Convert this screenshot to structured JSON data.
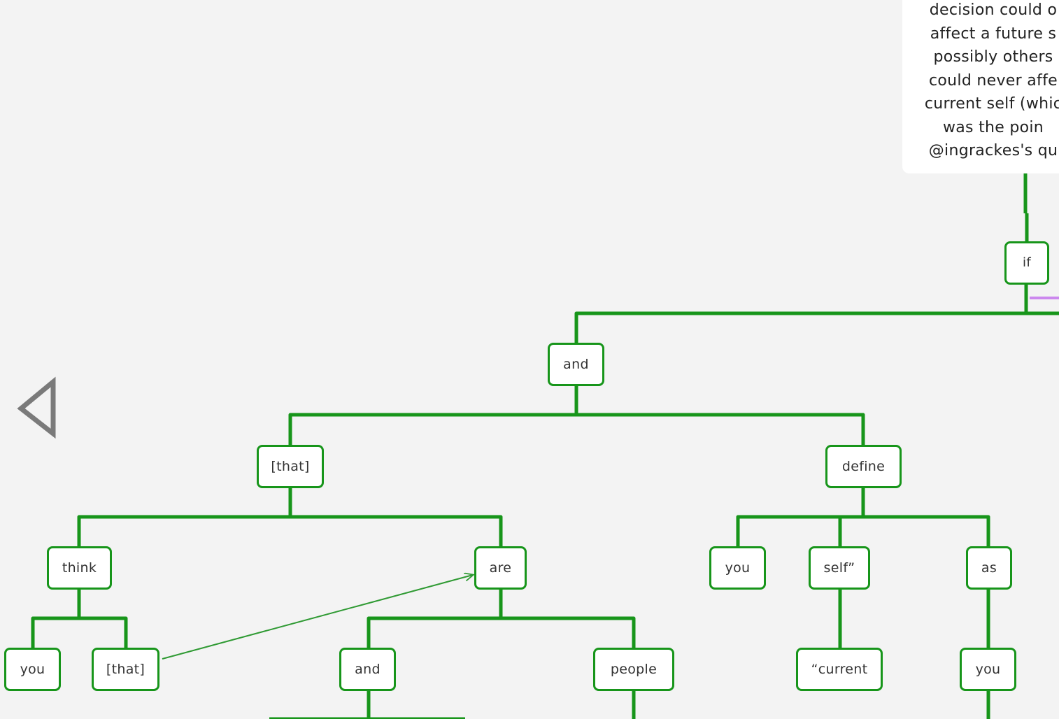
{
  "note": {
    "lines": [
      "decision could o",
      "affect a future s",
      "possibly others",
      "could never affe",
      "current self (whic",
      "was the poin",
      "@ingrackes's qu"
    ]
  },
  "nodes": {
    "if": "if",
    "and_top": "and",
    "that_left": "[that]",
    "define": "define",
    "think": "think",
    "are": "are",
    "you_define": "you",
    "self": "self”",
    "as": "as",
    "you_think": "you",
    "that_think": "[that]",
    "and_are": "and",
    "people": "people",
    "current": "“current",
    "you_as": "you"
  },
  "colors": {
    "branch": "#17951a",
    "arrow": "#2f9a33",
    "highlight": "#cc88ee",
    "background": "#f3f3f3",
    "back_icon": "#7a7a7a"
  },
  "icons": {
    "back": "back-triangle-icon"
  }
}
